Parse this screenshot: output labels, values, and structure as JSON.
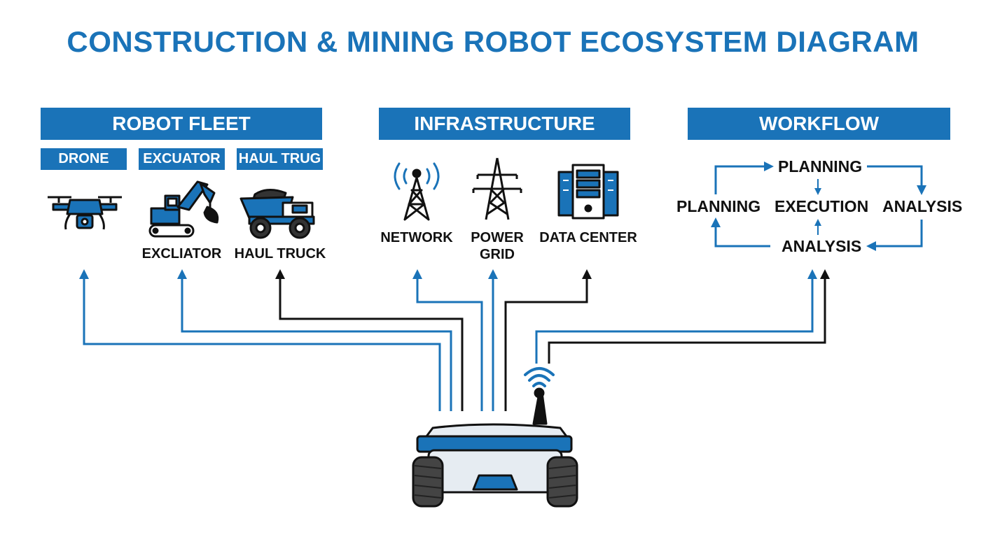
{
  "title": "CONSTRUCTION & MINING ROBOT ECOSYSTEM DIAGRAM",
  "robot_fleet": {
    "header": "ROBOT FLEET",
    "tabs": [
      "DRONE",
      "EXCUATOR",
      "HAUL TRUG"
    ],
    "labels": [
      "EXCLIATOR",
      "HAUL TRUCK"
    ]
  },
  "infrastructure": {
    "header": "INFRASTRUCTURE",
    "labels": [
      "NETWORK",
      "POWER\nGRID",
      "DATA CENTER"
    ]
  },
  "workflow": {
    "header": "WORKFLOW",
    "nodes": {
      "top": "PLANNING",
      "left": "PLANNING",
      "center": "EXECUTION",
      "right": "ANALYSIS",
      "bottom": "ANALYSIS"
    }
  },
  "colors": {
    "accent": "#1a73b8",
    "dark": "#111111",
    "light": "#e6ecf2"
  },
  "icons": [
    "drone-icon",
    "excavator-icon",
    "haul-truck-icon",
    "network-tower-icon",
    "power-pylon-icon",
    "data-center-icon",
    "central-robot-icon",
    "wifi-signal-icon"
  ]
}
